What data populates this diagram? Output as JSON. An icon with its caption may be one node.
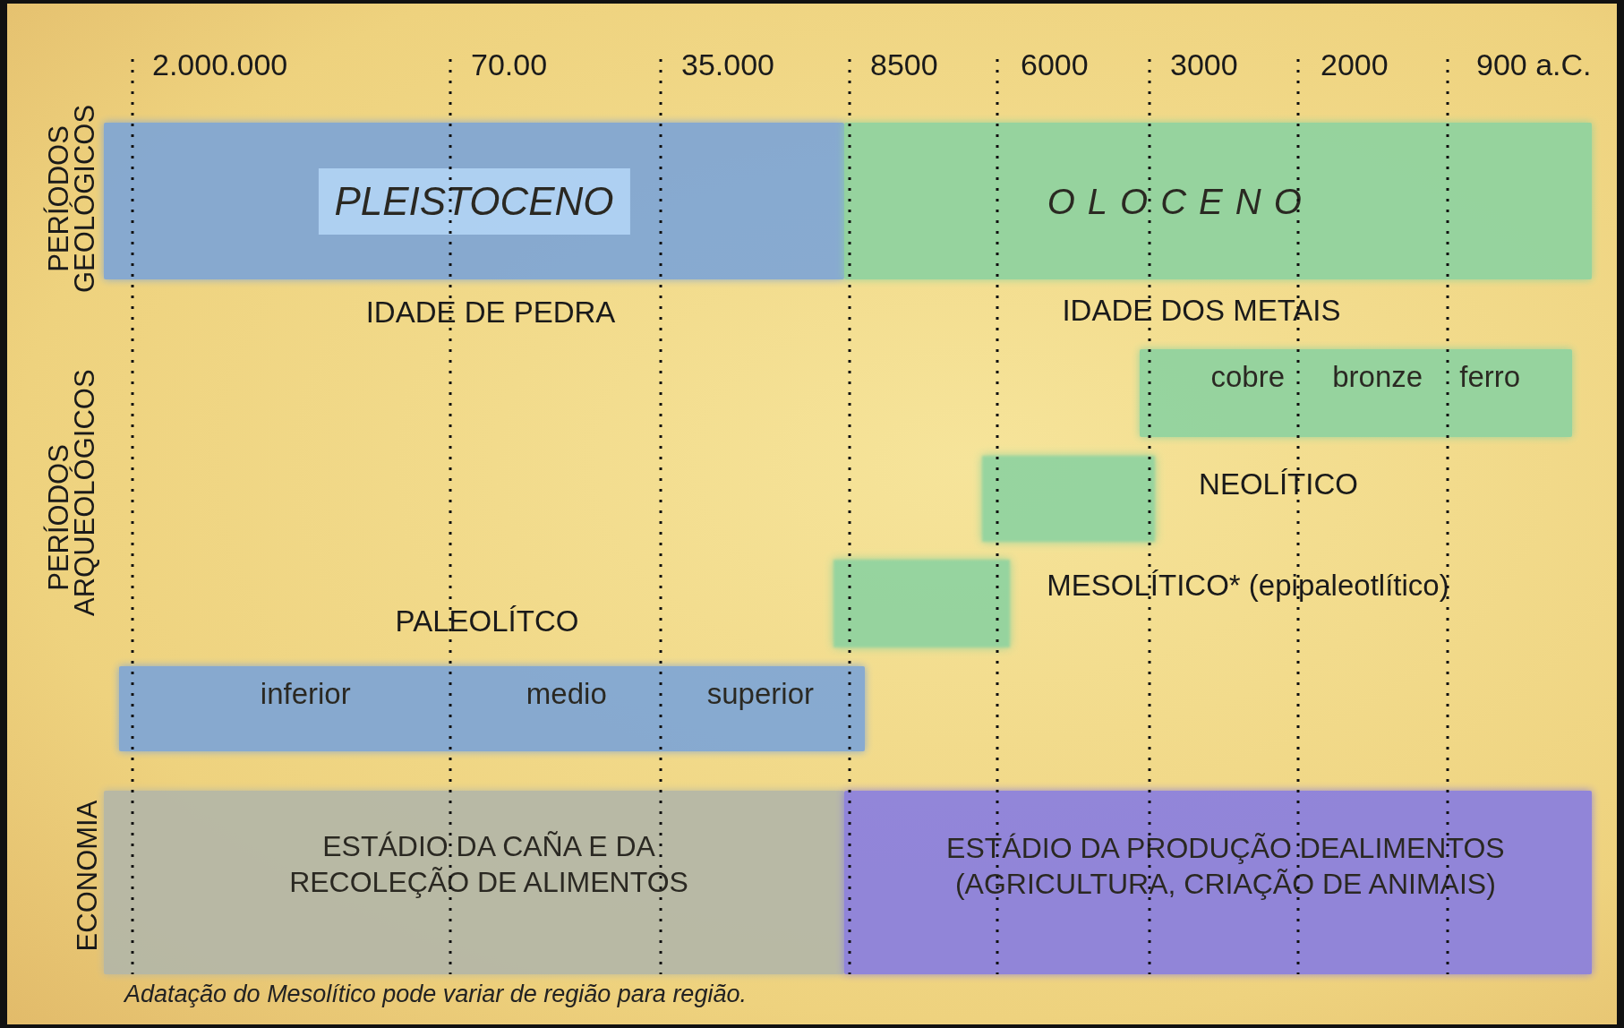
{
  "diagram": {
    "caption": "Adatação do Mesolítico pode variar de região para região.",
    "nodes": [
      {
        "text": [
          "PLEISTOCENO"
        ]
      },
      {
        "text": [
          "OLOCENO"
        ]
      },
      {
        "text": [
          "cobre",
          "bronze",
          "ferro"
        ]
      },
      {
        "text": [],
        "shape": "box",
        "beside": [
          "NEOLÍTICO"
        ]
      },
      {
        "text": [],
        "shape": "box",
        "beside": [
          "MESOLÍTICO* (epipaleotlítico)"
        ]
      },
      {
        "text": [
          "inferior",
          "medio",
          "superior"
        ]
      },
      {
        "text": [
          "ESTÁDIO DA CAÑA E DA RECOLEÇÃO DE ALIMENTOS"
        ]
      },
      {
        "text": [
          "ESTÁDIO DA PRODUÇÃO DEALIMENTOS (AGRICULTURA, CRIAÇÃO DE ANIMAIS)"
        ]
      }
    ],
    "labels": [
      "2.000.000",
      "70.00",
      "35.000",
      "8500",
      "6000",
      "3000",
      "2000",
      "900 a.C.",
      "PERÍODOS GEOLÓGICOS",
      "IDADE DE PEDRA",
      "IDADE DOS METAIS",
      "PERÍODOS ARQUEOLÓGICOS",
      "PALEOLÍTCO",
      "ECONOMIA"
    ]
  }
}
